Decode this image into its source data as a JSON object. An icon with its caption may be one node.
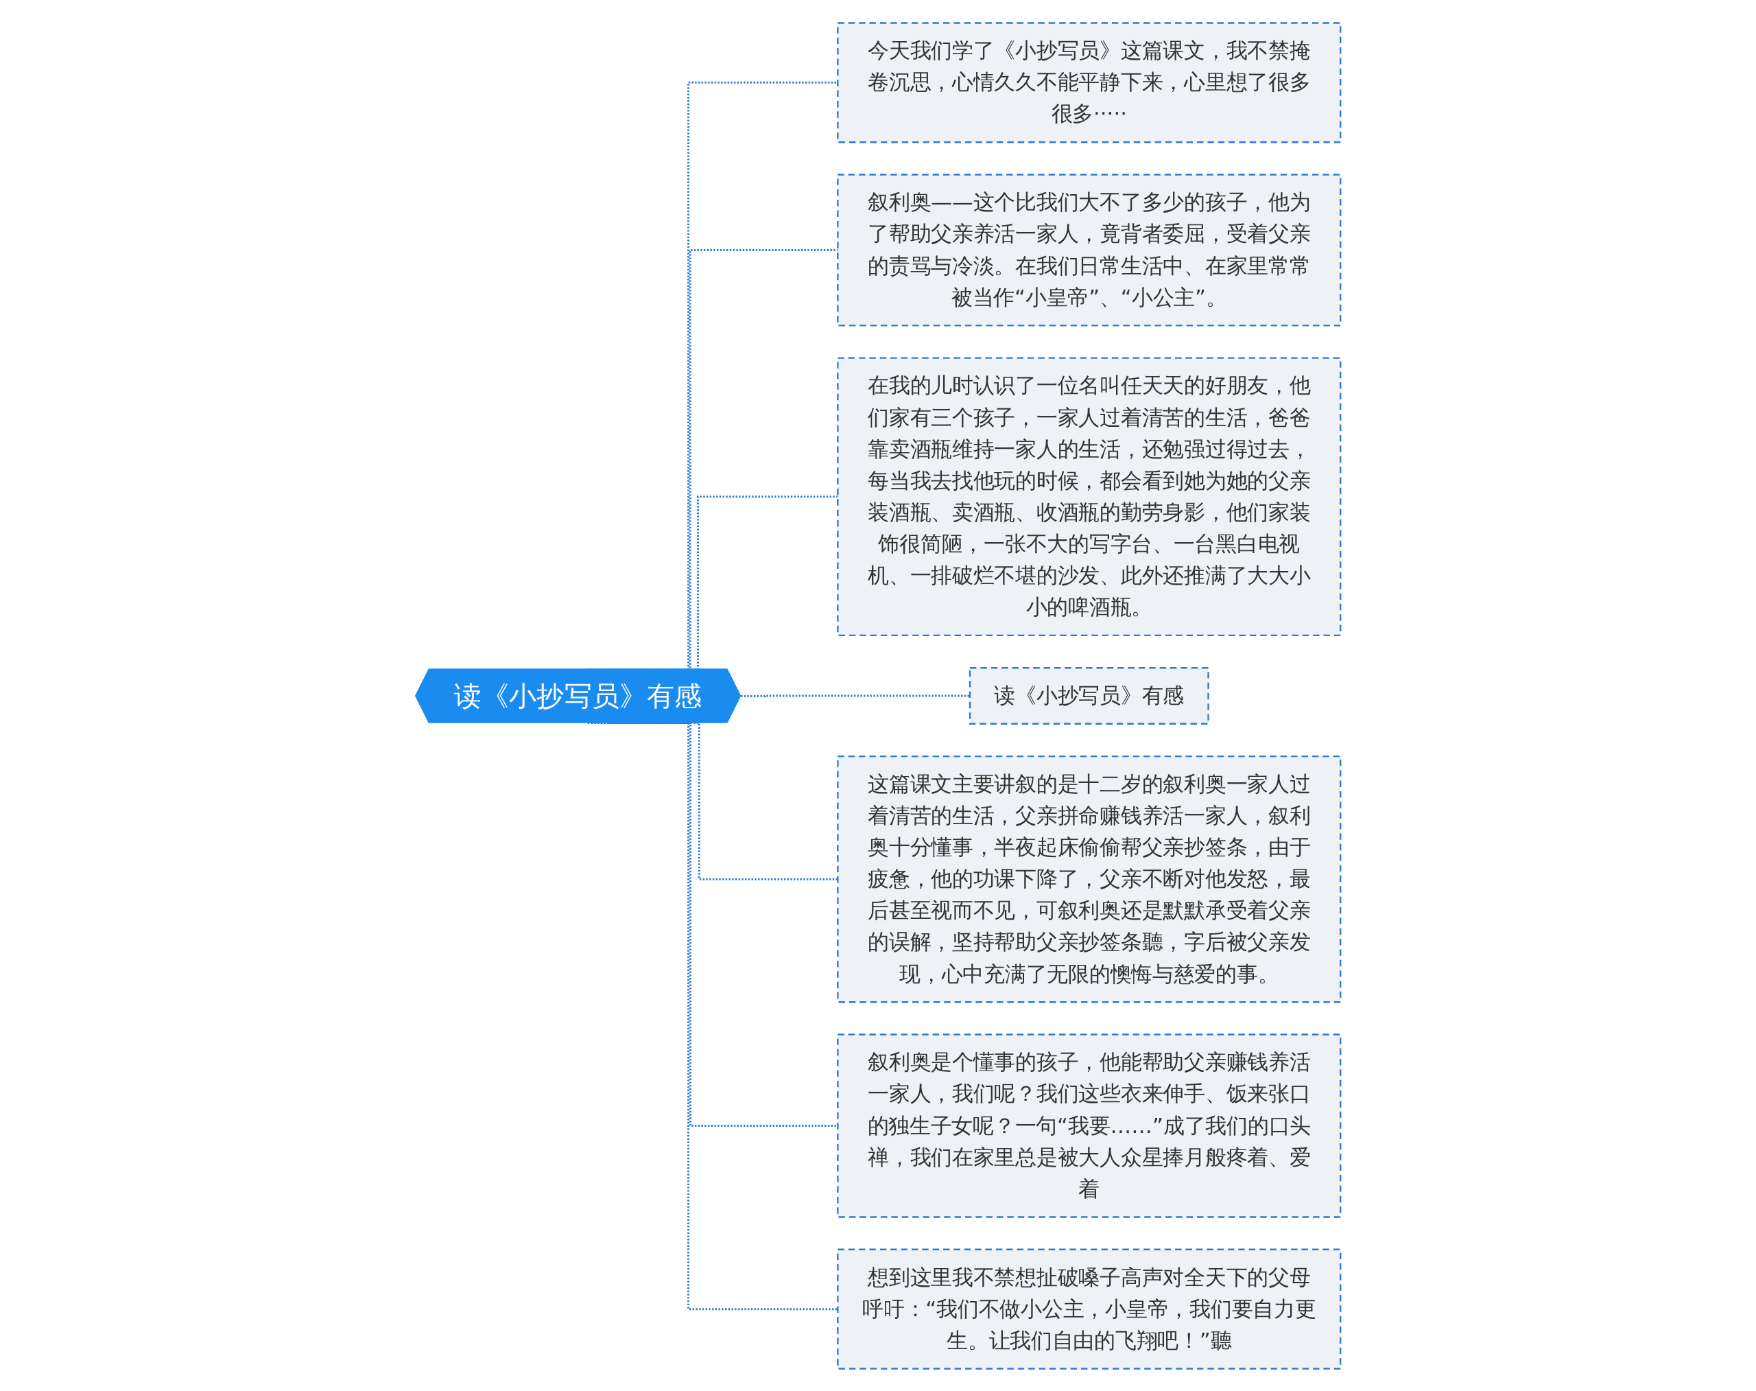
{
  "diagram": {
    "nodes": [
      {
        "text": [
          "读《小抄写员》有感"
        ]
      },
      {
        "text": [
          "今天我们学了《小抄写员》这篇课文，我不禁掩卷沉思，心情久久不能平静下来，心里想了很多很多·····"
        ]
      },
      {
        "text": [
          "叙利奥——这个比我们大不了多少的孩子，他为了帮助父亲养活一家人，竟背者委屈，受着父亲的责骂与冷淡。在我们日常生活中、在家里常常被当作“小皇帝”、“小公主”。"
        ]
      },
      {
        "text": [
          "在我的儿时认识了一位名叫任天天的好朋友，他们家有三个孩子，一家人过着清苦的生活，爸爸靠卖酒瓶维持一家人的生活，还勉强过得过去，每当我去找他玩的时候，都会看到她为她的父亲装酒瓶、卖酒瓶、收酒瓶的勤劳身影，他们家装饰很简陋，一张不大的写字台、一台黑白电视机、一排破烂不堪的沙发、此外还推满了大大小小的啤酒瓶。"
        ]
      },
      {
        "text": [
          "读《小抄写员》有感"
        ]
      },
      {
        "text": [
          "这篇课文主要讲叙的是十二岁的叙利奥一家人过着清苦的生活，父亲拼命赚钱养活一家人，叙利奥十分懂事，半夜起床偷偷帮父亲抄签条，由于疲惫，他的功课下降了，父亲不断对他发怒，最后甚至视而不见，可叙利奥还是默默承受着父亲的误解，坚持帮助父亲抄签条聽，字后被父亲发现，心中充满了无限的懊悔与慈爱的事。"
        ]
      },
      {
        "text": [
          "叙利奥是个懂事的孩子，他能帮助父亲赚钱养活一家人，我们呢？我们这些衣来伸手、饭来张口的独生子女呢？一句“我要……”成了我们的口头禅，我们在家里总是被大人众星捧月般疼着、爱着"
        ]
      },
      {
        "text": [
          "想到这里我不禁想扯破嗓子高声对全天下的父母呼吁：“我们不做小公主，小皇帝，我们要自力更生。让我们自由的飞翔吧！”聽"
        ]
      }
    ],
    "edges": [
      {
        "from": 0,
        "to": 1,
        "arrow": "none",
        "style": "dashed"
      },
      {
        "from": 0,
        "to": 2,
        "arrow": "none",
        "style": "dashed"
      },
      {
        "from": 0,
        "to": 3,
        "arrow": "none",
        "style": "dashed"
      },
      {
        "from": 0,
        "to": 4,
        "arrow": "none",
        "style": "dashed"
      },
      {
        "from": 0,
        "to": 5,
        "arrow": "none",
        "style": "dashed"
      },
      {
        "from": 0,
        "to": 6,
        "arrow": "none",
        "style": "dashed"
      },
      {
        "from": 0,
        "to": 7,
        "arrow": "none",
        "style": "dashed"
      }
    ]
  }
}
